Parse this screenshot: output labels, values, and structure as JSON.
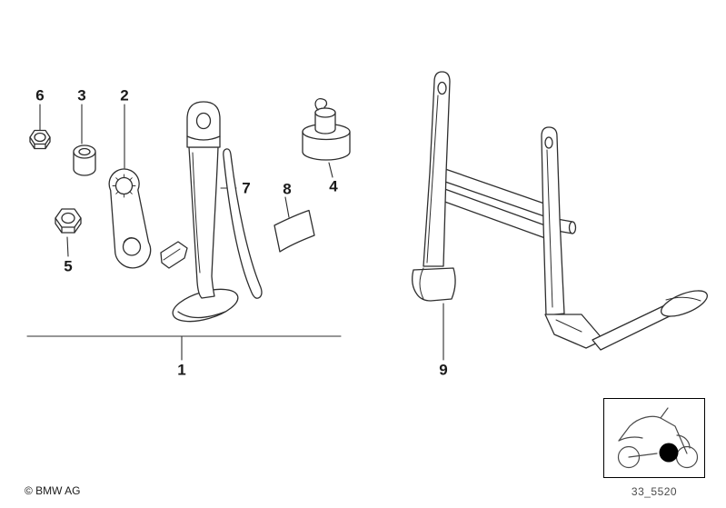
{
  "diagram": {
    "callouts": {
      "c1": "1",
      "c2": "2",
      "c3": "3",
      "c4": "4",
      "c5": "5",
      "c6": "6",
      "c7": "7",
      "c8": "8",
      "c9": "9"
    },
    "footer": {
      "copyright": "© BMW AG",
      "code": "33_5520"
    },
    "colors": {
      "line": "#2e2e2e",
      "text": "#1a1a1a",
      "code_text": "#4a4a4a",
      "background": "#ffffff"
    },
    "thumbnail": {
      "icon": "motorcycle-icon",
      "marker": "section-location-dot"
    }
  }
}
